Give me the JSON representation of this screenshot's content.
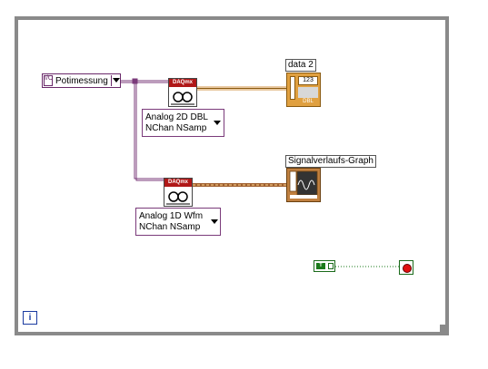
{
  "task_control": {
    "io_glyph": "I/O",
    "label": "Potimessung"
  },
  "vi_top": {
    "band_text": "DAQmx",
    "selector_line1": "Analog 2D DBL",
    "selector_line2": "NChan NSamp"
  },
  "vi_bottom": {
    "band_text": "DAQmx",
    "selector_line1": "Analog 1D Wfm",
    "selector_line2": "NChan NSamp"
  },
  "indicator_data2": {
    "caption": "data 2",
    "glyph_value": "123",
    "type_tag": "DBL"
  },
  "indicator_graph": {
    "caption": "Signalverlaufs-Graph"
  },
  "true_constant": {
    "label": "T"
  },
  "iteration_terminal": {
    "label": "i"
  },
  "colors": {
    "loop_border": "#8a8a8a",
    "task_wire": "#7a3a7a",
    "data_wire": "#d09040",
    "boolean_wire": "#1a7a1a",
    "daqmx_band": "#b01818"
  }
}
